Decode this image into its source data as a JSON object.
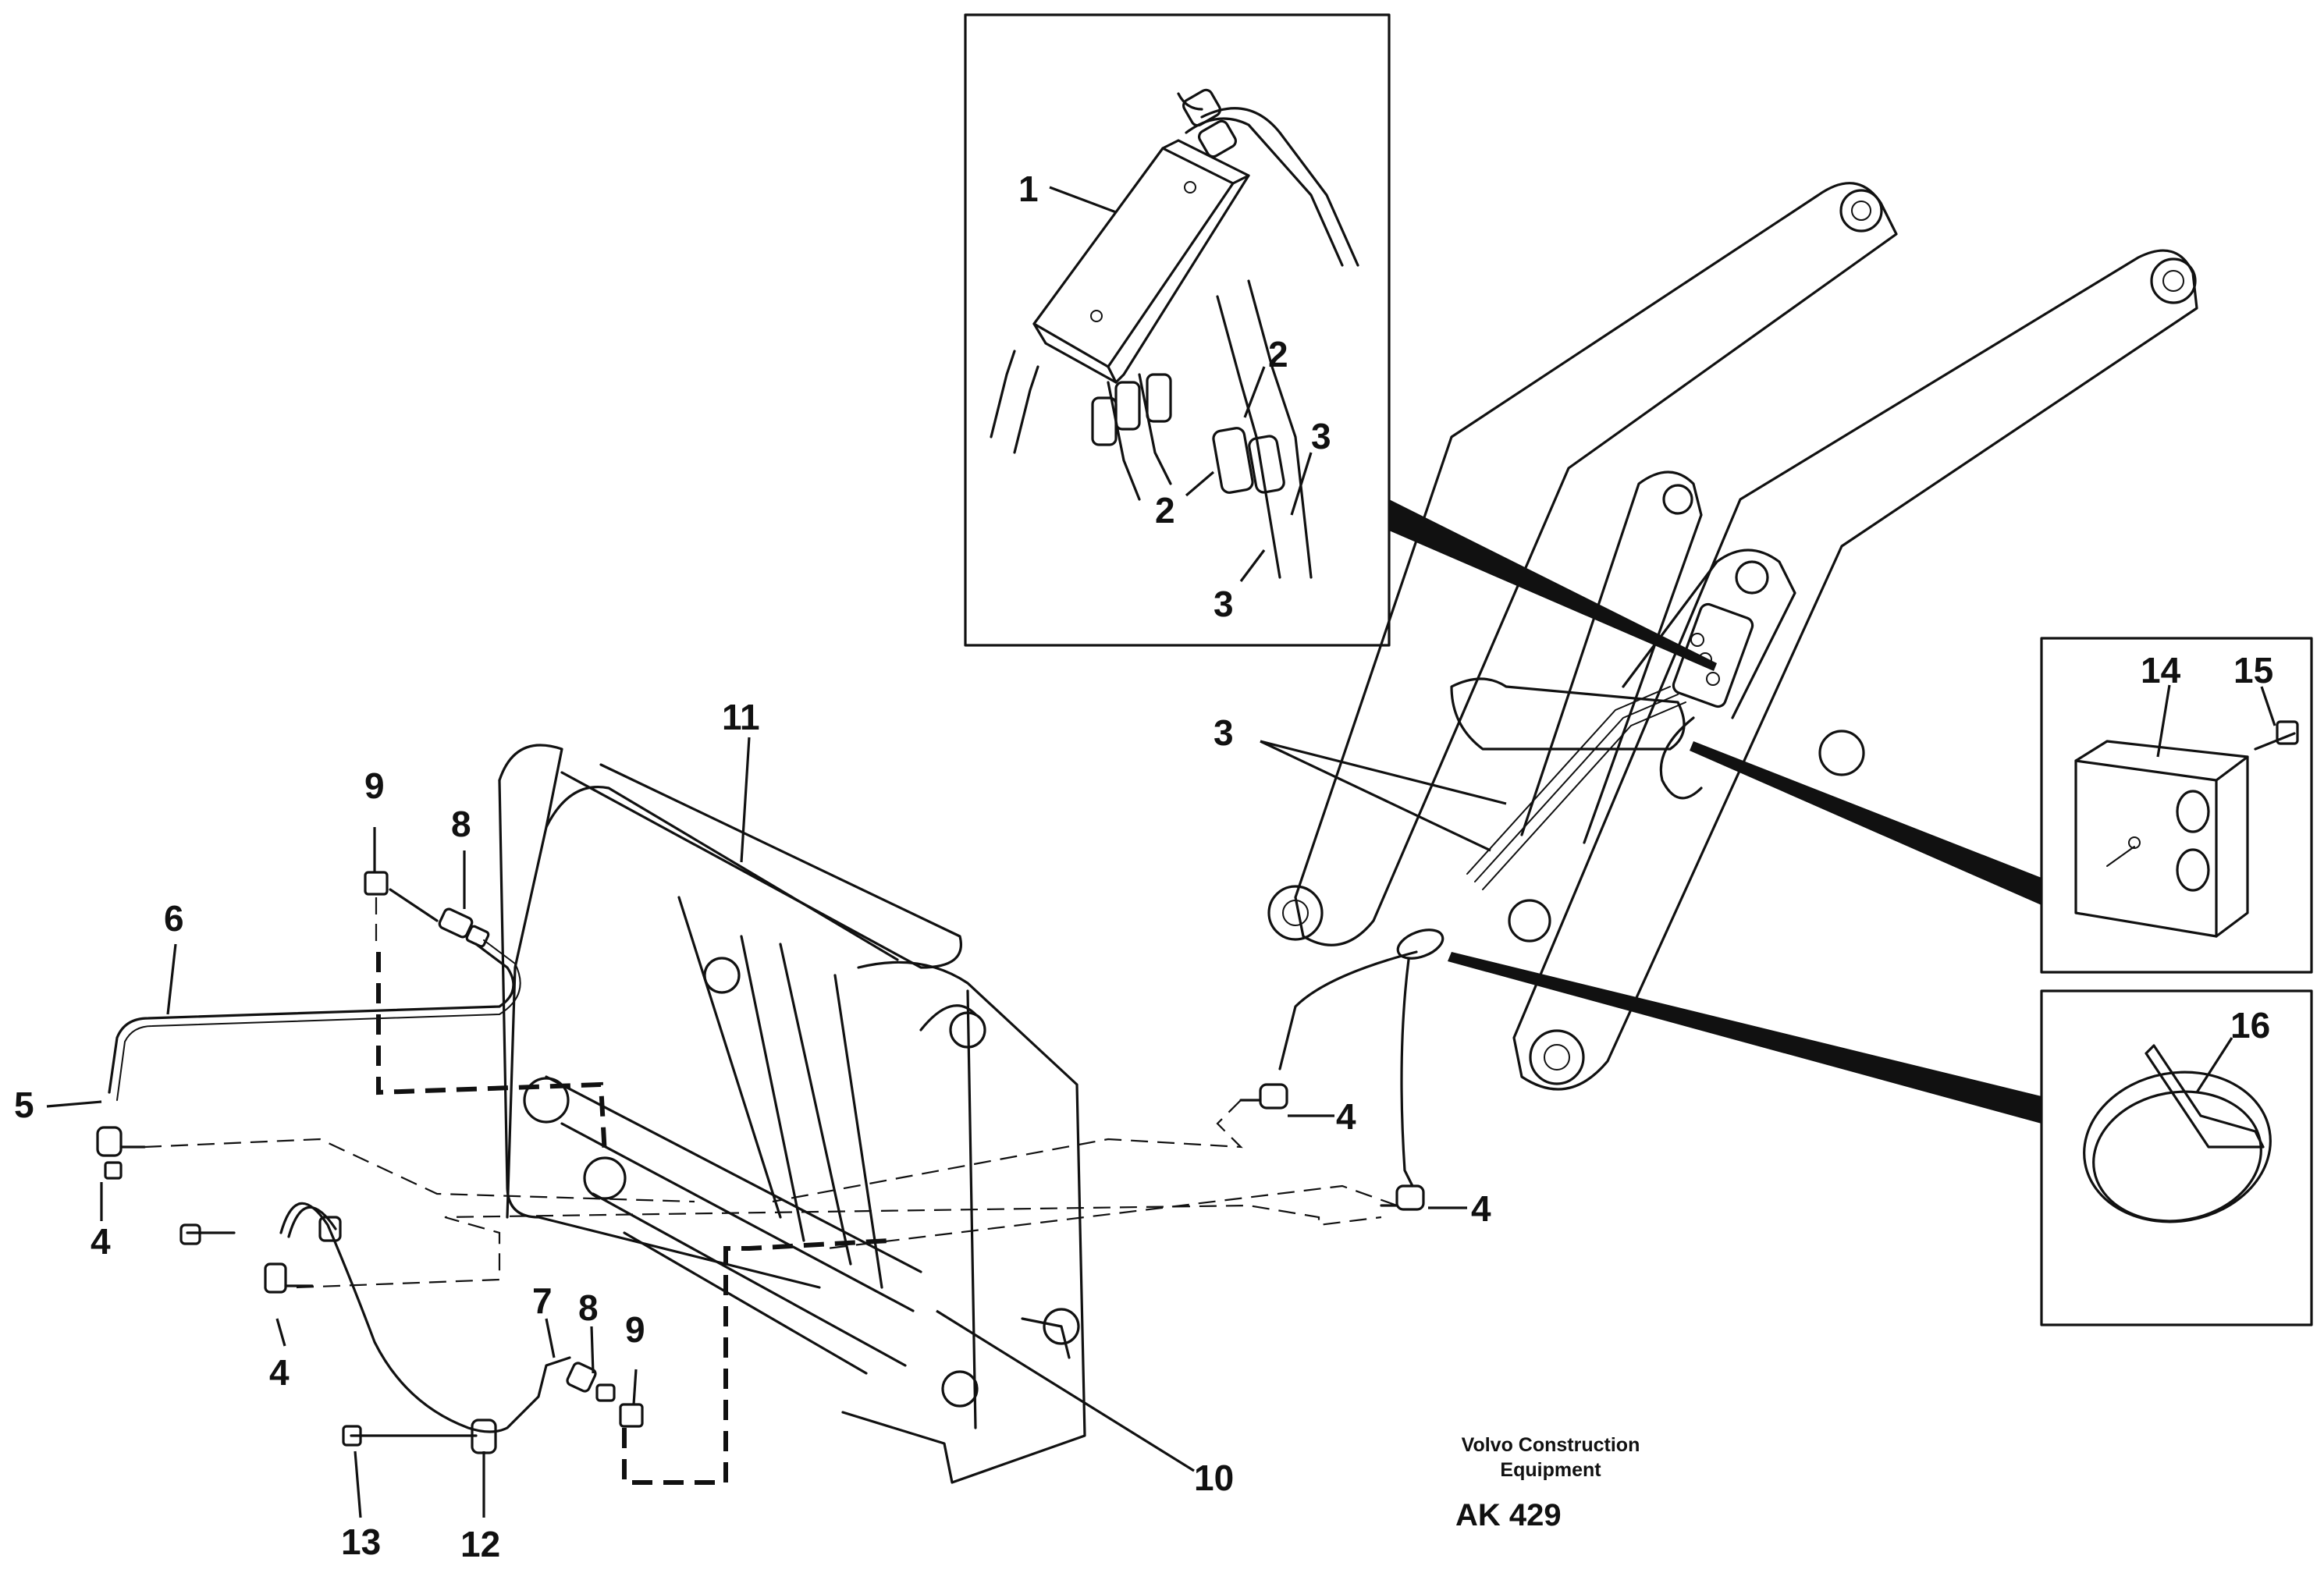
{
  "callouts": {
    "c1": "1",
    "c2a": "2",
    "c2b": "2",
    "c3a": "3",
    "c3b": "3",
    "c3c": "3",
    "c4a": "4",
    "c4b": "4",
    "c4c": "4",
    "c4d": "4",
    "c5": "5",
    "c6": "6",
    "c7": "7",
    "c8a": "8",
    "c8b": "8",
    "c9a": "9",
    "c9b": "9",
    "c10": "10",
    "c11": "11",
    "c12": "12",
    "c13": "13",
    "c14": "14",
    "c15": "15",
    "c16": "16"
  },
  "footer": {
    "company_line1": "Volvo Construction",
    "company_line2": "Equipment",
    "code": "AK 429"
  }
}
